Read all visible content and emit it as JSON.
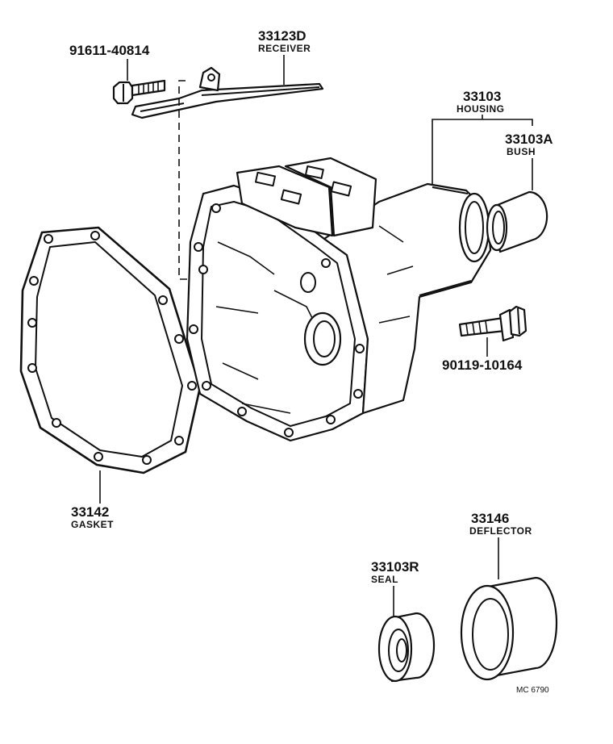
{
  "parts": [
    {
      "id": "bolt_top",
      "number": "91611-40814",
      "name": ""
    },
    {
      "id": "receiver",
      "number": "33123D",
      "name": "RECEIVER"
    },
    {
      "id": "housing",
      "number": "33103",
      "name": "HOUSING"
    },
    {
      "id": "bush",
      "number": "33103A",
      "name": "BUSH"
    },
    {
      "id": "bolt_side",
      "number": "90119-10164",
      "name": ""
    },
    {
      "id": "gasket",
      "number": "33142",
      "name": "GASKET"
    },
    {
      "id": "deflector",
      "number": "33146",
      "name": "DEFLECTOR"
    },
    {
      "id": "seal",
      "number": "33103R",
      "name": "SEAL"
    }
  ],
  "diagram_ref": "MC 6790"
}
